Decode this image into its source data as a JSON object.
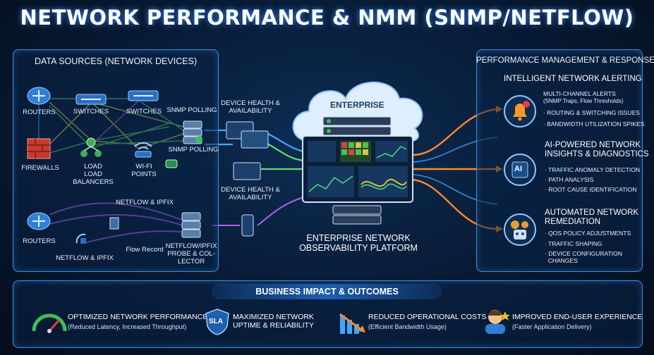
{
  "title": "NETWORK PERFORMANCE & NMM (SNMP/NETFLOW)",
  "sources": {
    "title": "DATA SOURCES (NETWORK DEVICES)",
    "routers": "ROUTERS",
    "switches_1": "SWITCHES",
    "switches_2": "SWITCHES",
    "firewalls": "FIREWALLS",
    "load_balancers": "LOAD\nLOAD BALANCERS",
    "wifi_points": "WI-FI\nPOINTS",
    "snmp_polling_1": "SNMP POLLING",
    "snmp_polling_2": "SNMP POLLING",
    "netflow_ipfix_top": "NETFLOW & IPFIX",
    "routers_2": "ROUTERS",
    "flow_record": "Flow Record",
    "netflow_ipfix_bottom": "NETFLOW & IPFIX",
    "probe_collector": "NETFLOW/IPFIX\nPROBE & COL-\nLECTOR"
  },
  "center": {
    "device_health_1": "DEVICE HEALTH &\nAVAILABILITY",
    "device_health_2": "DEVICE HEALTH &\nAVAILABILITY",
    "cloud_label": "ENTERPRISE",
    "platform_label": "ENTERPRISE NETWORK\nOBSERVABILITY PLATFORM"
  },
  "response": {
    "title": "PERFORMANCE MANAGEMENT & RESPONSE",
    "alerting_title": "INTELLIGENT NETWORK ALERTING",
    "alerting_multi": "MULTI-CHANNEL ALERTS",
    "alerting_multi_sub": "(SNMP Traps, Flow Thresholds)",
    "alerting_item1": "· ROUTING & SWITCHING ISSUES",
    "alerting_item2": "· BANDWIDTH UTILIZATION SPIKES",
    "ai_title": "AI-POWERED NETWORK\nINSIGHTS & DIAGNOSTICS",
    "ai_item1": "· TRAFFIC ANOMALY DETECTION",
    "ai_item2": "· PATH ANALYSIS",
    "ai_item3": "· ROOT CAUSE IDENTIFICATION",
    "auto_title": "AUTOMATED NETWORK\nREMEDIATION",
    "auto_item1": "· QOS POLICY ADJUSTMENTS",
    "auto_item2": "· TRAFFIC SHAPING",
    "auto_item3": "· DEVICE CONFIGURATION\n  CHANGES",
    "ai_badge": "AI"
  },
  "impact": {
    "title": "BUSINESS IMPACT & OUTCOMES",
    "o1_title": "OPTIMIZED NETWORK PERFORMANCE",
    "o1_sub": "(Reduced Latency, Increased Throughput)",
    "o2_title": "MAXIMIZED NETWORK\nUPTIME & RELIABILITY",
    "o2_badge": "SLA",
    "o3_title": "REDUCED OPERATIONAL COSTS",
    "o3_sub": "(Efficient Bandwidth Usage)",
    "o4_title": "IMPROVED END-USER EXPERIENCE",
    "o4_sub": "(Faster Application Delivery)"
  },
  "colors": {
    "panel_border": "#3c8ee0",
    "line_green": "#5fe06a",
    "line_yellow": "#e8e04a",
    "line_purple": "#b35ee8",
    "line_blue": "#3fa8ff",
    "line_orange": "#ff8a2a"
  }
}
